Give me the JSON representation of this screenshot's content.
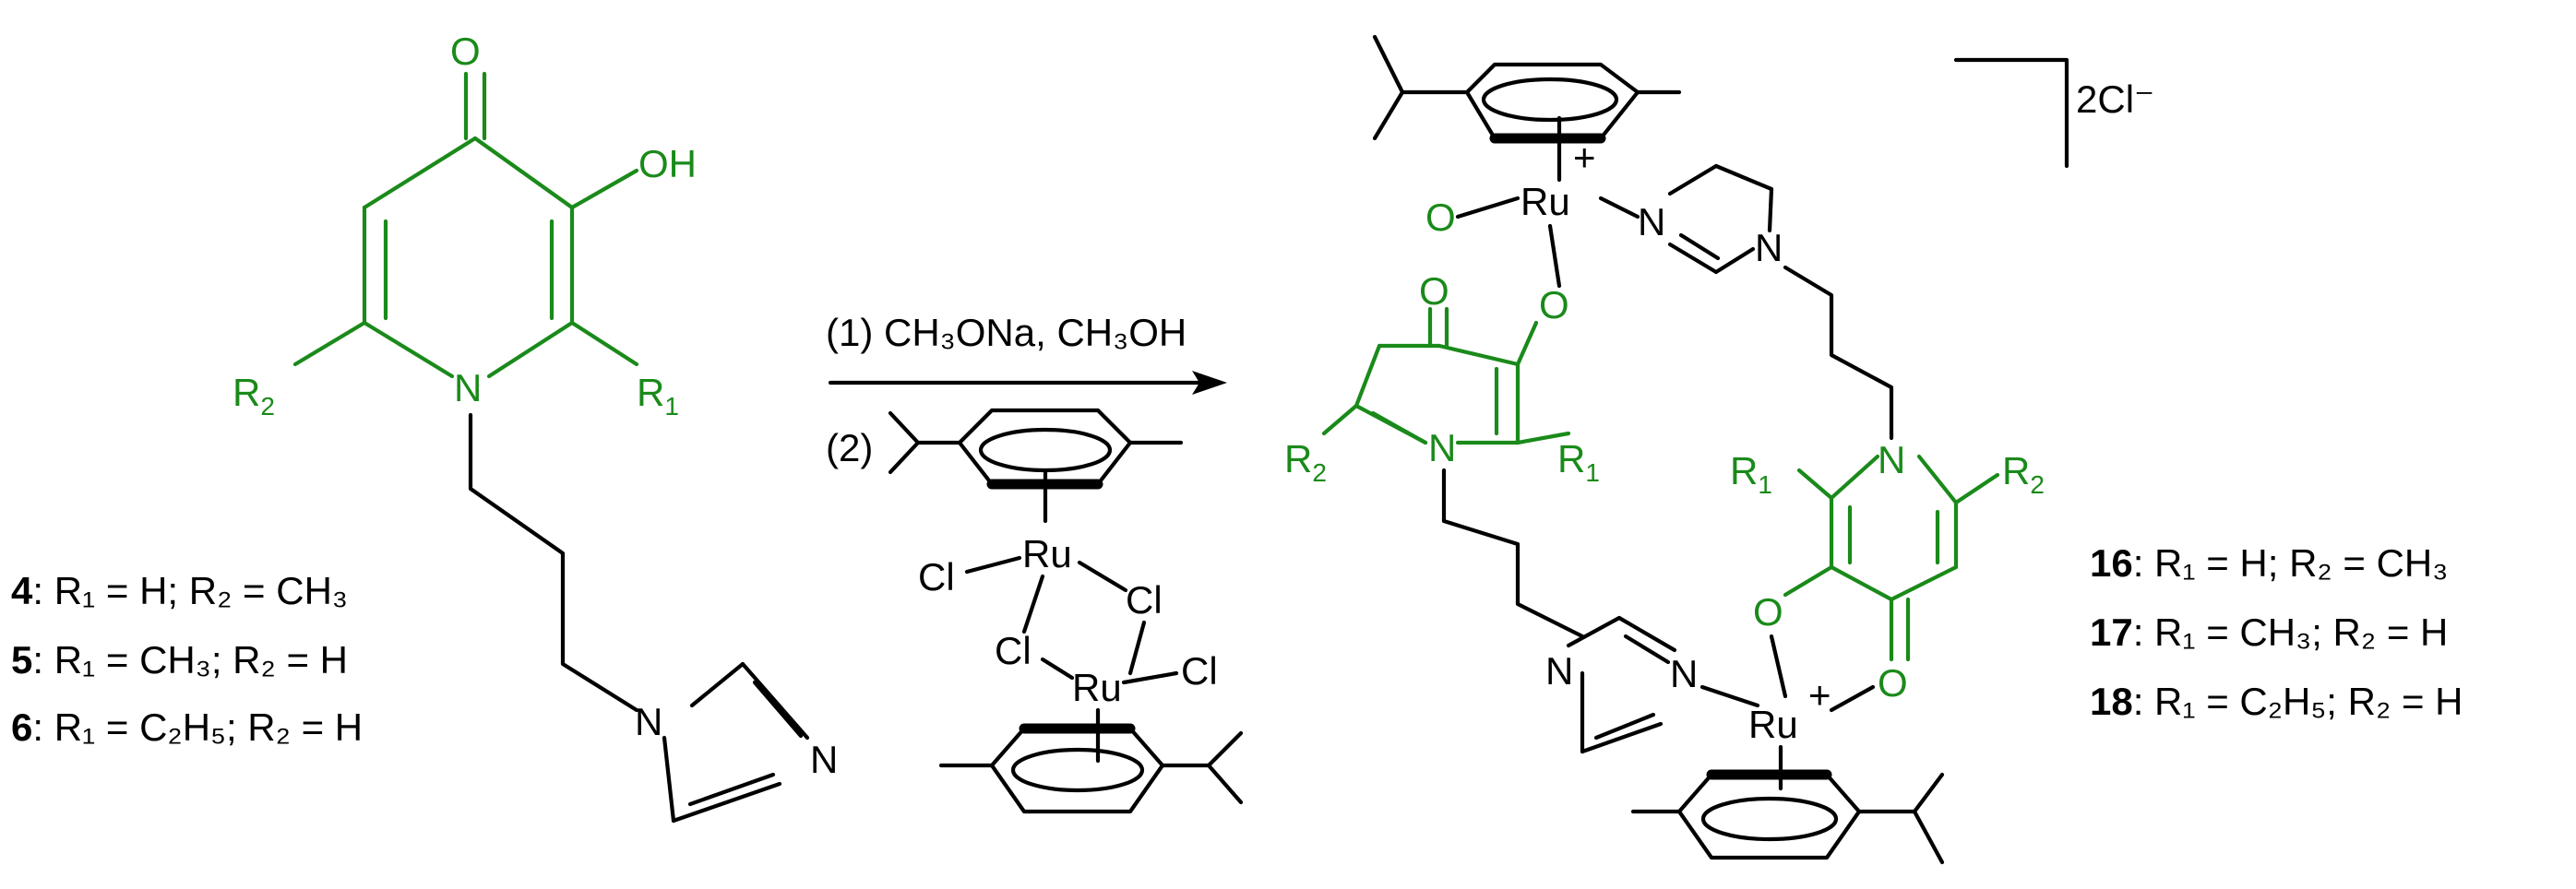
{
  "reagents": {
    "step1": "(1) CH₃ONa, CH₃OH",
    "step2": "(2)"
  },
  "atoms": {
    "O": "O",
    "OH": "OH",
    "N": "N",
    "Ru": "Ru",
    "Cl": "Cl",
    "R1": "R",
    "R2": "R",
    "sub1": "1",
    "sub2": "2",
    "plus": "+",
    "counterion": "2Cl⁻"
  },
  "labels_left": [
    {
      "id": "4",
      "text": ": R₁ = H; R₂ = CH₃"
    },
    {
      "id": "5",
      "text": ": R₁ = CH₃; R₂ = H"
    },
    {
      "id": "6",
      "text": ": R₁ = C₂H₅; R₂ = H"
    }
  ],
  "labels_right": [
    {
      "id": "16",
      "text": ": R₁ = H; R₂ = CH₃"
    },
    {
      "id": "17",
      "text": ": R₁ = CH₃; R₂ = H"
    },
    {
      "id": "18",
      "text": ": R₁ = C₂H₅; R₂ = H"
    }
  ],
  "colors": {
    "ligand": "#1a8a1a",
    "default": "#000000"
  }
}
